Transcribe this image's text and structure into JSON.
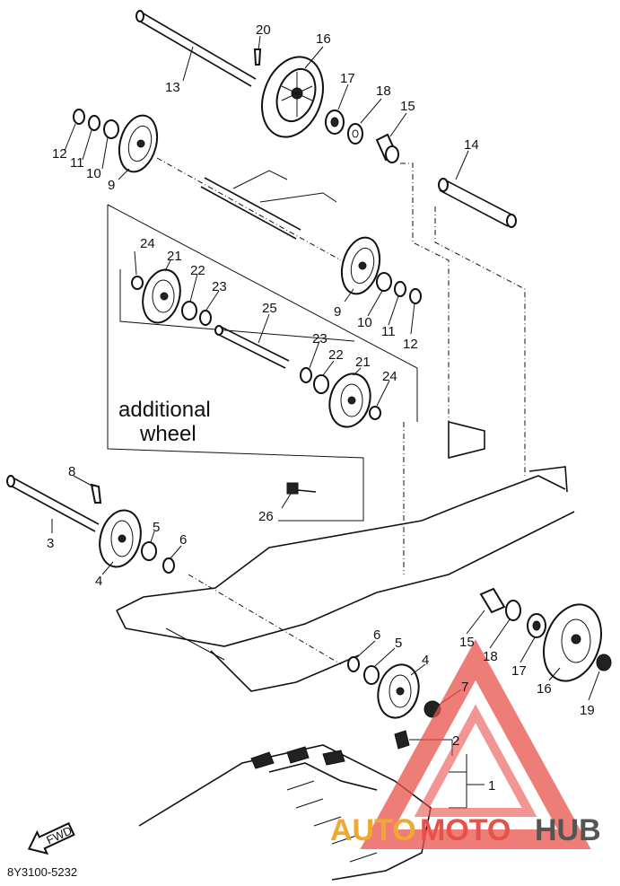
{
  "callouts": {
    "c1": "1",
    "c2": "2",
    "c3": "3",
    "c4a": "4",
    "c4b": "4",
    "c5a": "5",
    "c5b": "5",
    "c6a": "6",
    "c6b": "6",
    "c7": "7",
    "c8": "8",
    "c9a": "9",
    "c9b": "9",
    "c10a": "10",
    "c10b": "10",
    "c11a": "11",
    "c11b": "11",
    "c12a": "12",
    "c12b": "12",
    "c13": "13",
    "c14": "14",
    "c15a": "15",
    "c15b": "15",
    "c16a": "16",
    "c16b": "16",
    "c17a": "17",
    "c17b": "17",
    "c18a": "18",
    "c18b": "18",
    "c19": "19",
    "c20": "20",
    "c21a": "21",
    "c21b": "21",
    "c22a": "22",
    "c22b": "22",
    "c23a": "23",
    "c23b": "23",
    "c24a": "24",
    "c24b": "24",
    "c25": "25",
    "c26": "26"
  },
  "note": {
    "line1": "additional",
    "line2": "wheel"
  },
  "direction_label": "FWD",
  "drawing_code": "8Y3100-5232",
  "watermark": {
    "part1": "AUTO",
    "part2": "MOTO",
    "part3": "HUB",
    "color_red": "#e8504a",
    "color_orange": "#f0a830",
    "color_gray": "#555555"
  }
}
